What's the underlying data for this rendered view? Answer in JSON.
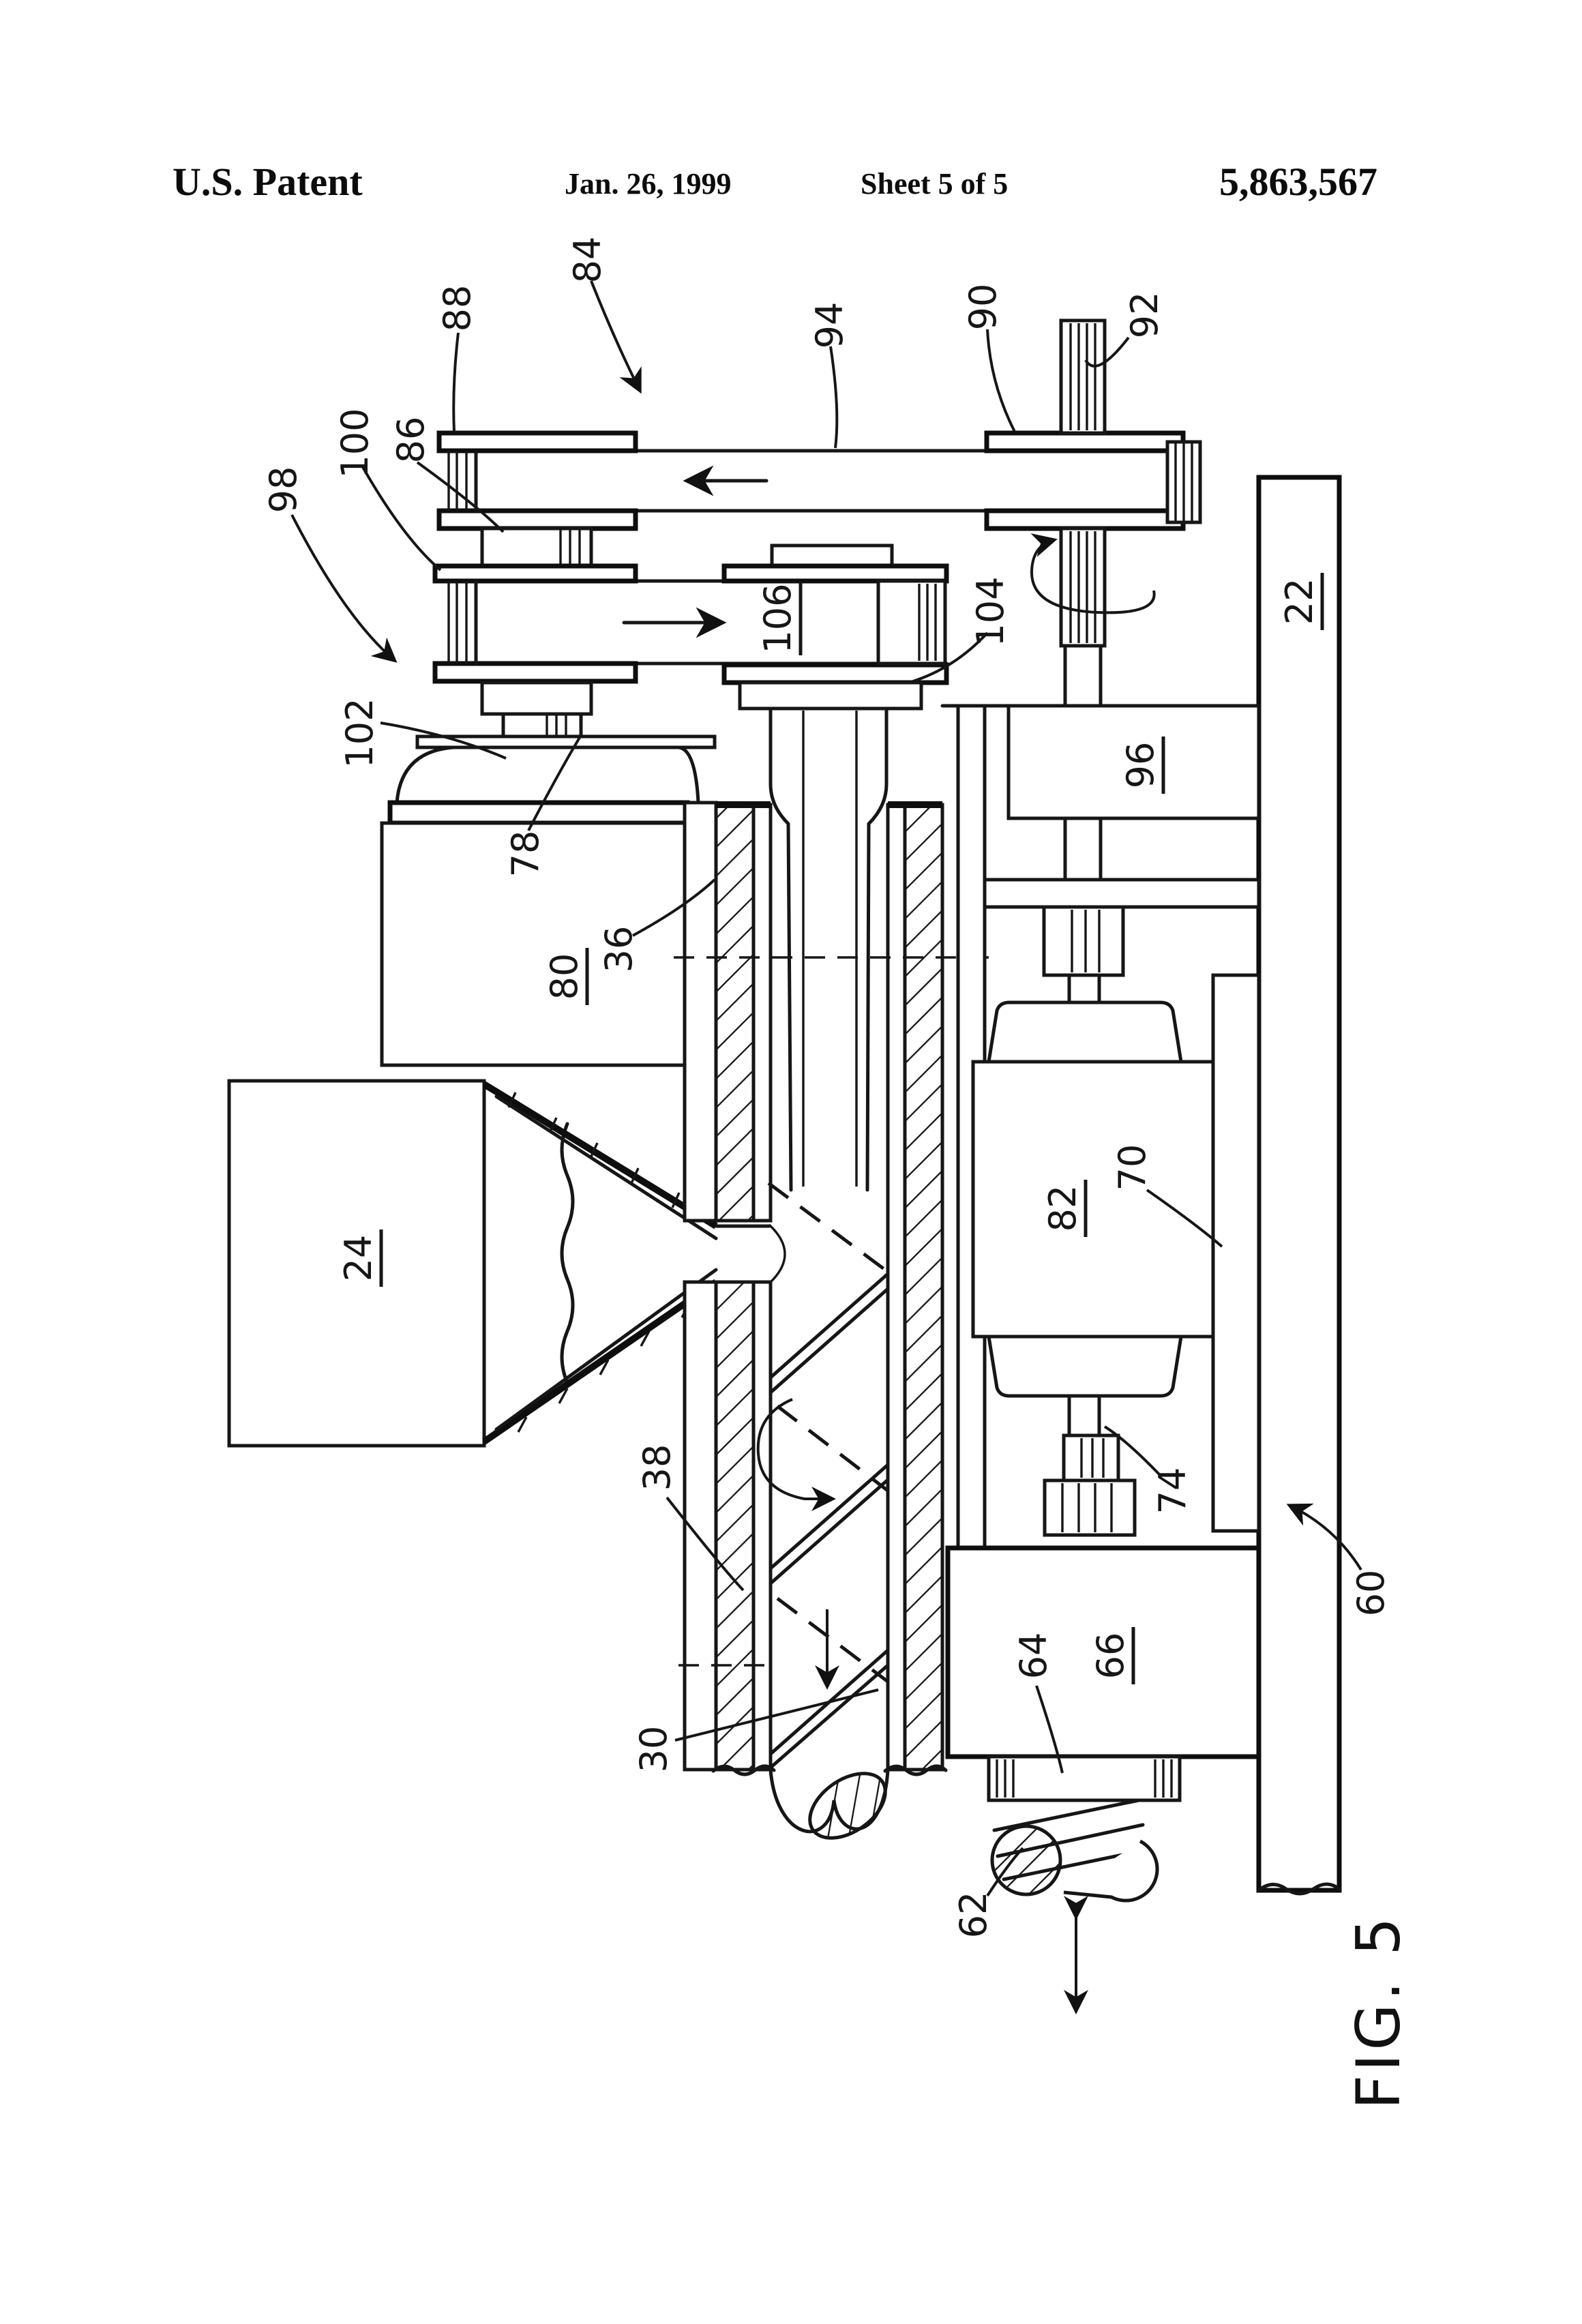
{
  "header": {
    "title": "U.S. Patent",
    "date": "Jan. 26, 1999",
    "sheet": "Sheet 5 of 5",
    "patent_number": "5,863,567"
  },
  "figure_label": "FIG. 5",
  "labels": {
    "l84": {
      "text": "84",
      "underlined": false
    },
    "l88": {
      "text": "88",
      "underlined": false
    },
    "l98": {
      "text": "98",
      "underlined": false
    },
    "l100": {
      "text": "100",
      "underlined": false
    },
    "l86": {
      "text": "86",
      "underlined": false
    },
    "l94": {
      "text": "94",
      "underlined": false
    },
    "l90": {
      "text": "90",
      "underlined": false
    },
    "l92": {
      "text": "92",
      "underlined": false
    },
    "l106": {
      "text": "106",
      "underlined": true
    },
    "l104": {
      "text": "104",
      "underlined": false
    },
    "l102": {
      "text": "102",
      "underlined": false
    },
    "l78": {
      "text": "78",
      "underlined": false
    },
    "l80": {
      "text": "80",
      "underlined": true
    },
    "l36": {
      "text": "36",
      "underlined": false
    },
    "l24": {
      "text": "24",
      "underlined": true
    },
    "l22": {
      "text": "22",
      "underlined": true
    },
    "l96": {
      "text": "96",
      "underlined": true
    },
    "l82": {
      "text": "82",
      "underlined": true
    },
    "l70": {
      "text": "70",
      "underlined": false
    },
    "l38": {
      "text": "38",
      "underlined": false
    },
    "l30": {
      "text": "30",
      "underlined": false
    },
    "l74": {
      "text": "74",
      "underlined": false
    },
    "l64": {
      "text": "64",
      "underlined": false
    },
    "l66": {
      "text": "66",
      "underlined": true
    },
    "l60": {
      "text": "60",
      "underlined": false
    },
    "l62": {
      "text": "62",
      "underlined": false
    }
  }
}
